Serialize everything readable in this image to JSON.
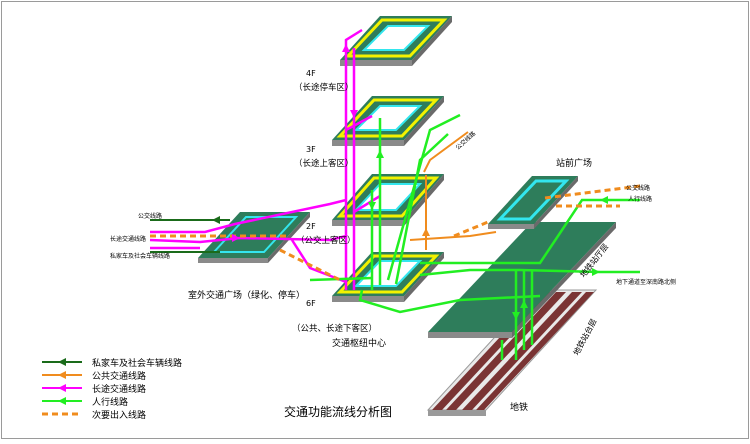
{
  "title": "交通功能流线分析图",
  "floors": {
    "f4_level": "4F",
    "f4_name": "（长途停车区）",
    "f3_level": "3F",
    "f3_name": "（长途上客区）",
    "f2_level": "2F",
    "f2_name": "（公交上客区）",
    "f6_level": "6F",
    "f6_name": "（公共、长途下客区）"
  },
  "hub_label": "交通枢纽中心",
  "station_front_label": "站前广场",
  "outdoor_plaza_label": "室外交通广场（绿化、停车）",
  "metro_hall_label": "地铁站厅层",
  "metro_platform_label": "地铁站台层",
  "metro_label": "地铁",
  "side_labels": {
    "left_bus": "公交线路",
    "left_longdistance": "长途交通线路",
    "left_private": "私家车及社会车辆线路",
    "top_bus": "公交线路",
    "right_bus": "公交线路",
    "right_pedestrian": "人行线路",
    "underpass": "地下通道至深南路北侧"
  },
  "legend": [
    {
      "label": "私家车及社会车辆线路",
      "color": "#1a6b1a",
      "style": "solid"
    },
    {
      "label": "公共交通线路",
      "color": "#f08c1e",
      "style": "solid"
    },
    {
      "label": "长途交通线路",
      "color": "#ff00ff",
      "style": "solid"
    },
    {
      "label": "人行线路",
      "color": "#22ee22",
      "style": "solid"
    },
    {
      "label": "次要出入线路",
      "color": "#f08c1e",
      "style": "dashed"
    }
  ],
  "colors": {
    "slab_top": "#2e7d5b",
    "slab_side": "#8a8a8a",
    "ring_yellow": "#f2f200",
    "ring_cyan": "#33e6ee",
    "rail": "#7a3434",
    "private": "#1a6b1a",
    "bus": "#f08c1e",
    "longdistance": "#ff00ff",
    "pedestrian": "#22ee22"
  }
}
